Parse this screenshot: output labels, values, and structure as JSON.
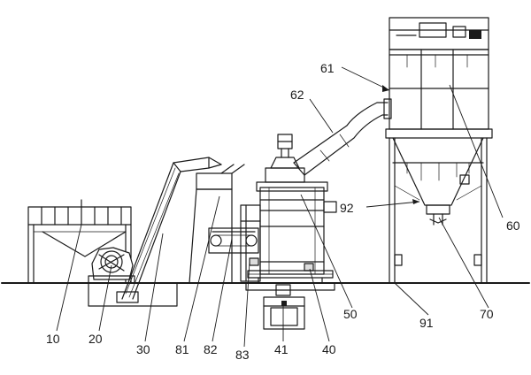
{
  "labels": {
    "l10": "10",
    "l20": "20",
    "l30": "30",
    "l40": "40",
    "l41": "41",
    "l50": "50",
    "l60": "60",
    "l61": "61",
    "l62": "62",
    "l70": "70",
    "l81": "81",
    "l82": "82",
    "l83": "83",
    "l91": "91",
    "l92": "92"
  },
  "colors": {
    "line": "#1a1a1a",
    "background": "#ffffff"
  }
}
